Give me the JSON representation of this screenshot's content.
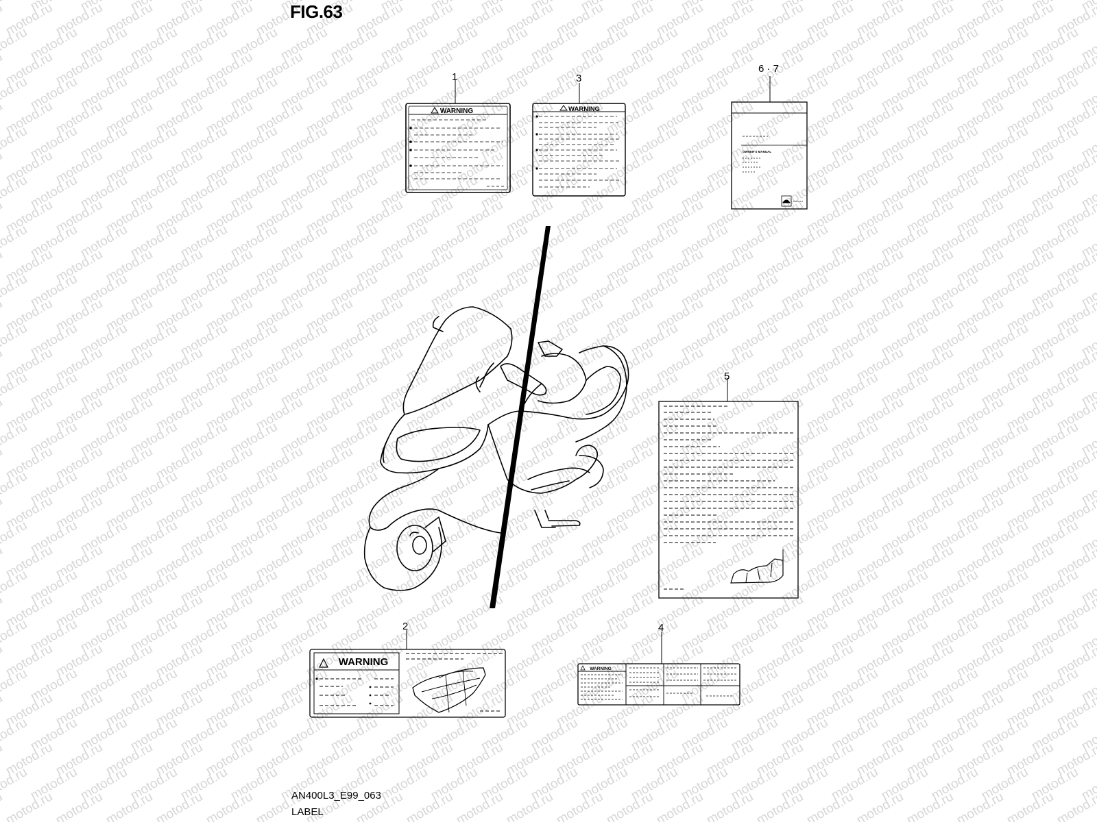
{
  "figure": {
    "title": "FIG.63",
    "code": "AN400L3_E99_063",
    "caption": "LABEL"
  },
  "watermark": {
    "text": "motod.ru"
  },
  "callouts": [
    {
      "id": "1",
      "label": "1"
    },
    {
      "id": "2",
      "label": "2"
    },
    {
      "id": "3",
      "label": "3"
    },
    {
      "id": "4",
      "label": "4"
    },
    {
      "id": "5",
      "label": "5"
    },
    {
      "id": "6-7",
      "label": "6 · 7"
    }
  ],
  "labels": {
    "warning_text": "WARNING",
    "owners_manual_text": "OWNER'S MANUAL"
  }
}
